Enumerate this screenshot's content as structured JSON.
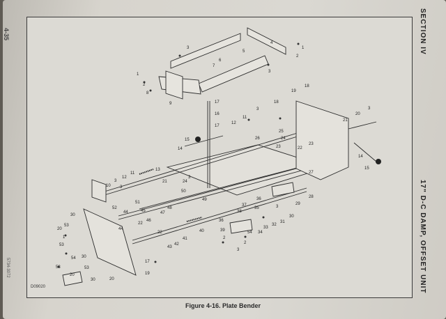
{
  "page_number": "4-35",
  "side_code": "5734-3072",
  "section_label": "SECTION IV",
  "unit_label": "17\" D-C DAMP, OFFSET UNIT",
  "drawing_number": "D09020",
  "figure_caption": "Figure 4-16. Plate Bender",
  "callouts": [
    "1",
    "2",
    "3",
    "4",
    "5",
    "6",
    "7",
    "8",
    "9",
    "10",
    "11",
    "12",
    "13",
    "14",
    "15",
    "16",
    "17",
    "18",
    "19",
    "20",
    "21",
    "22",
    "23",
    "24",
    "25",
    "26",
    "27",
    "28",
    "29",
    "30",
    "31",
    "32",
    "33",
    "34",
    "35",
    "36",
    "37",
    "38",
    "39",
    "40",
    "41",
    "42",
    "43",
    "44",
    "45",
    "46",
    "47",
    "48",
    "49",
    "50",
    "51",
    "52",
    "53",
    "54"
  ]
}
